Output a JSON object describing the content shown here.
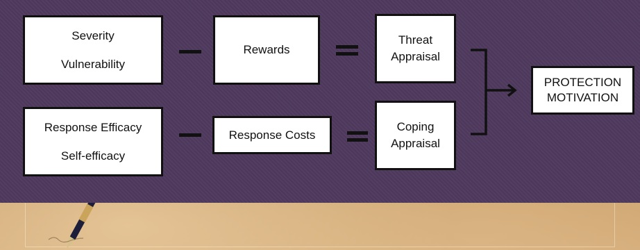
{
  "diagram": {
    "box_severity": {
      "line1": "Severity",
      "line2": "Vulnerability"
    },
    "box_rewards": "Rewards",
    "box_threat": {
      "line1": "Threat",
      "line2": "Appraisal"
    },
    "box_response": {
      "line1": "Response Efficacy",
      "line2": "Self-efficacy"
    },
    "box_costs": "Response Costs",
    "box_coping": {
      "line1": "Coping",
      "line2": "Appraisal"
    },
    "box_protection": {
      "line1": "PROTECTION",
      "line2": "MOTIVATION"
    }
  },
  "colors": {
    "band": "#4f3a5e",
    "box_fill": "#ffffff",
    "box_border": "#111111",
    "background": "#b98b5c"
  }
}
